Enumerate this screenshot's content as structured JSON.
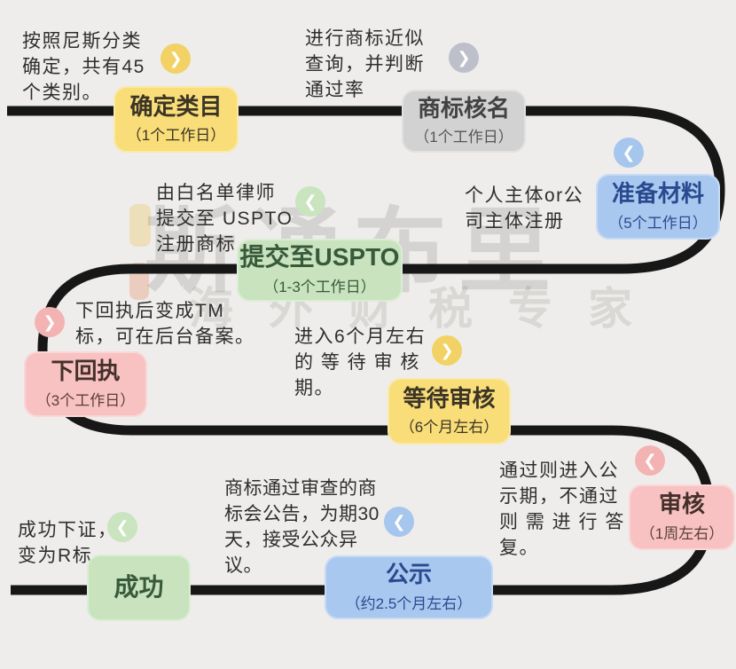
{
  "canvas": {
    "background": "#eeedeb",
    "line_color": "#171717",
    "line_width": 11
  },
  "watermark": {
    "line1": "斯通布里",
    "line2": "海外财税专家"
  },
  "chevrons": {
    "right": "❯",
    "left": "❮"
  },
  "colors": {
    "yellow_box": "#f8dd78",
    "gray_box": "#d2d2d2",
    "blue_box": "#a9c8ef",
    "green_box": "#c8e3bd",
    "pink_box": "#f7c2c1",
    "yellow_circle": "#f2d264",
    "gray_circle": "#bdbfca",
    "blue_circle": "#a6c6ee",
    "green_circle": "#c9e4bf",
    "pink_circle": "#f4b3b3",
    "blue_text": "#2a4a90",
    "green_text": "#375a3b"
  },
  "steps": [
    {
      "title": "确定类目",
      "subtitle": "（1个工作日）",
      "arrow": "right",
      "note": [
        "按照尼斯分类",
        "确定，共有45",
        "个类别。"
      ]
    },
    {
      "title": "商标核名",
      "subtitle": "（1个工作日）",
      "arrow": "right",
      "note": [
        "进行商标近似",
        "查询，并判断",
        "通过率"
      ]
    },
    {
      "title": "准备材料",
      "subtitle": "（5个工作日）",
      "arrow": "left",
      "note": [
        "个人主体or公",
        "司主体注册"
      ]
    },
    {
      "title": "提交至USPTO",
      "subtitle": "（1-3个工作日）",
      "arrow": "left",
      "note": [
        "由白名单律师",
        "提交至 USPTO",
        "注册商标"
      ]
    },
    {
      "title": "下回执",
      "subtitle": "（3个工作日）",
      "arrow": "right",
      "note": [
        "下回执后变成TM",
        "标，可在后台备案。"
      ]
    },
    {
      "title": "等待审核",
      "subtitle": "（6个月左右）",
      "arrow": "right",
      "note": [
        "进入6个月左右",
        "的 等 待 审 核",
        "期。"
      ]
    },
    {
      "title": "审核",
      "subtitle": "（1周左右）",
      "arrow": "left",
      "note": [
        "通过则进入公",
        "示期，不通过",
        "则 需 进 行 答",
        "复。"
      ]
    },
    {
      "title": "公示",
      "subtitle": "（约2.5个月左右）",
      "arrow": "left",
      "note": [
        "商标通过审查的商",
        "标会公告，为期30",
        "天，接受公众异",
        "议。"
      ]
    },
    {
      "title": "成功",
      "subtitle": "",
      "arrow": "left",
      "note": [
        "成功下证，",
        "变为R标"
      ]
    }
  ]
}
